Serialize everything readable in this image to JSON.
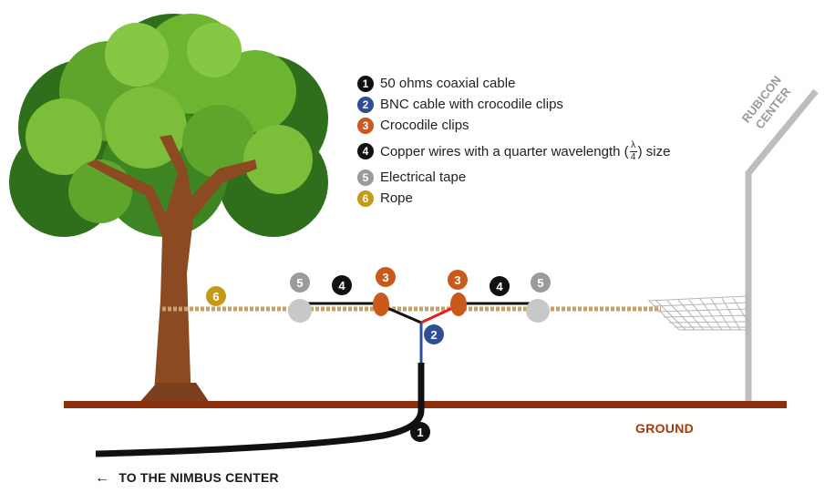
{
  "legend": {
    "items": [
      {
        "num": "1",
        "label": "50 ohms coaxial cable",
        "color": "#111111"
      },
      {
        "num": "2",
        "label": "BNC cable with crocodile clips",
        "color": "#2e4f94"
      },
      {
        "num": "3",
        "label": "Crocodile clips",
        "color": "#c95a1b"
      },
      {
        "num": "4",
        "label_before": "Copper wires with a quarter wavelength (",
        "frac_num": "λ",
        "frac_den": "4",
        "label_after": ") size",
        "color": "#111111"
      },
      {
        "num": "5",
        "label": "Electrical tape",
        "color": "#9b9b9b"
      },
      {
        "num": "6",
        "label": "Rope",
        "color": "#c59a16"
      }
    ]
  },
  "labels": {
    "ground": "GROUND",
    "nimbus": "TO THE NIMBUS CENTER",
    "nimbus_arrow": "←",
    "rubicon_line1": "RUBICON",
    "rubicon_line2": "CENTER"
  },
  "markers": {
    "tape_left": "5",
    "copper_left": "4",
    "clip_left": "3",
    "clip_right": "3",
    "copper_right": "4",
    "tape_right": "5",
    "rope": "6",
    "bnc": "2",
    "coax": "1"
  },
  "colors": {
    "ground": "#8a2e0c",
    "rope": "#c7a06a",
    "coax": "#111111",
    "bnc": "#2e4f94",
    "clip": "#c95a1b",
    "tape": "#c8c8c8",
    "pole": "#bdbdbd",
    "copper_wire": "#111111",
    "red_wire": "#e0231a",
    "tree_trunk": "#8b4a22",
    "foliage_dark": "#2f6e1a",
    "foliage_light": "#7cbd3a"
  }
}
